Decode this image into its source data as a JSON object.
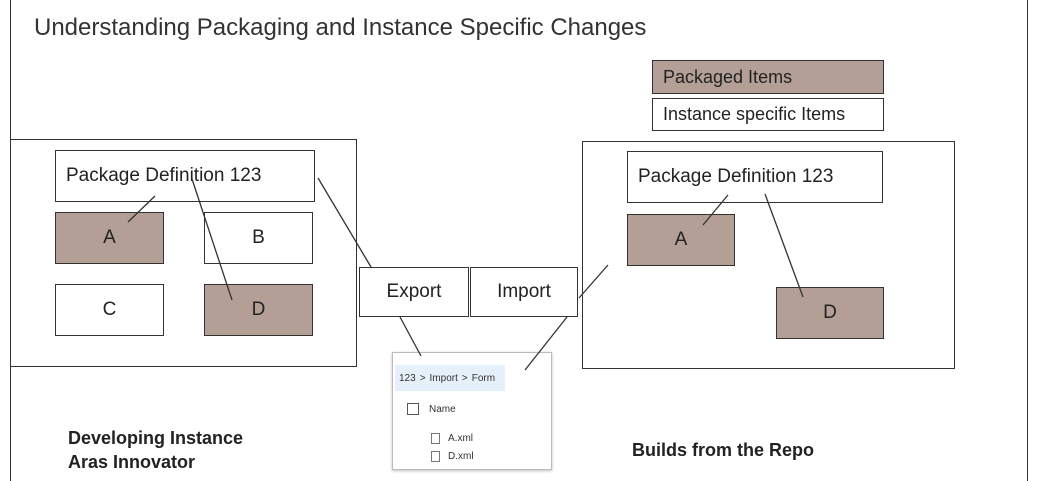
{
  "title": "Understanding Packaging and Instance Specific Changes",
  "legend": {
    "packaged": "Packaged Items",
    "instance": "Instance specific Items",
    "packaged_color": "#b39f95",
    "instance_color": "#ffffff"
  },
  "left": {
    "package_def": "Package Definition 123",
    "items": {
      "a": "A",
      "b": "B",
      "c": "C",
      "d": "D"
    },
    "caption_line1": "Developing Instance",
    "caption_line2": "Aras Innovator"
  },
  "right": {
    "package_def": "Package Definition 123",
    "items": {
      "a": "A",
      "d": "D"
    },
    "caption": "Builds from the Repo"
  },
  "actions": {
    "export": "Export",
    "import": "Import"
  },
  "explorer": {
    "breadcrumb": [
      "123",
      ">",
      "Import",
      ">",
      "Form"
    ],
    "column_header": "Name",
    "files": [
      "A.xml",
      "D.xml"
    ]
  }
}
